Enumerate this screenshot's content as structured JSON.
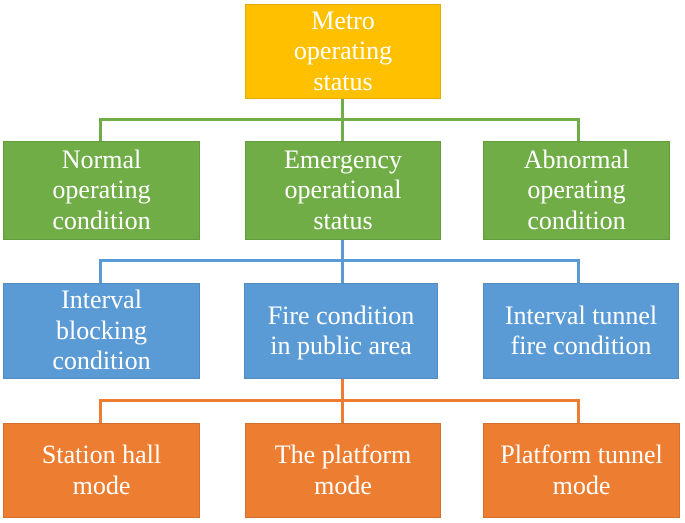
{
  "colors": {
    "level1": "#FFC000",
    "level2": "#70AD47",
    "level3": "#5B9BD5",
    "level4": "#ED7D31",
    "text": "#FFFFFF",
    "bg": "#FFFFFF"
  },
  "chart_data": {
    "type": "table",
    "title": "Metro operating status hierarchy",
    "levels": [
      {
        "level": 1,
        "color": "#FFC000",
        "items": [
          "Metro operating status"
        ]
      },
      {
        "level": 2,
        "color": "#70AD47",
        "parent": "Metro operating status",
        "items": [
          "Normal operating condition",
          "Emergency operational status",
          "Abnormal operating condition"
        ]
      },
      {
        "level": 3,
        "color": "#5B9BD5",
        "parent": "Emergency operational status",
        "items": [
          "Interval blocking condition",
          "Fire condition in public area",
          "Interval tunnel fire condition"
        ]
      },
      {
        "level": 4,
        "color": "#ED7D31",
        "parent": "Fire condition in public area",
        "items": [
          "Station hall mode",
          "The platform mode",
          "Platform tunnel mode"
        ]
      }
    ]
  },
  "nodes": {
    "root": {
      "label": "Metro\noperating\nstatus"
    },
    "normal": {
      "label": "Normal\noperating\ncondition"
    },
    "emergency": {
      "label": "Emergency\noperational\nstatus"
    },
    "abnormal": {
      "label": "Abnormal\noperating\ncondition"
    },
    "interval_blocking": {
      "label": "Interval\nblocking\ncondition"
    },
    "fire_public_area": {
      "label": "Fire condition\nin public area"
    },
    "interval_tunnel_fire": {
      "label": "Interval tunnel\nfire condition"
    },
    "station_hall": {
      "label": "Station hall\nmode"
    },
    "the_platform": {
      "label": "The platform\nmode"
    },
    "platform_tunnel": {
      "label": "Platform tunnel\nmode"
    }
  }
}
